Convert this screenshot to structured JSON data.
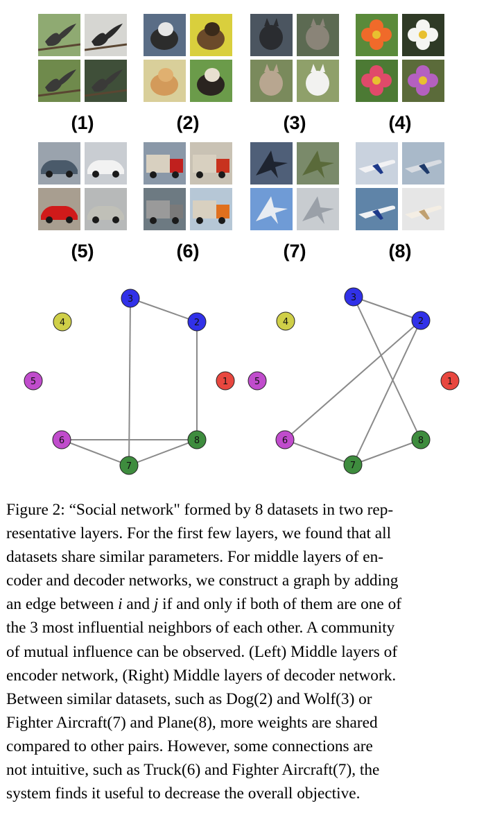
{
  "panels": [
    {
      "label": "(1)",
      "images": [
        "bird-photo",
        "bird-photo",
        "bird-photo",
        "bird-photo"
      ]
    },
    {
      "label": "(2)",
      "images": [
        "dog-photo",
        "dog-photo",
        "dog-photo",
        "dog-photo"
      ]
    },
    {
      "label": "(3)",
      "images": [
        "wolf-photo",
        "wolf-photo",
        "wolf-photo",
        "wolf-photo"
      ]
    },
    {
      "label": "(4)",
      "images": [
        "flower-photo",
        "flower-photo",
        "flower-photo",
        "flower-photo"
      ]
    },
    {
      "label": "(5)",
      "images": [
        "car-photo",
        "car-photo",
        "car-photo",
        "car-photo"
      ]
    },
    {
      "label": "(6)",
      "images": [
        "truck-photo",
        "truck-photo",
        "truck-photo",
        "truck-photo"
      ]
    },
    {
      "label": "(7)",
      "images": [
        "fighter-aircraft-photo",
        "fighter-aircraft-photo",
        "fighter-aircraft-photo",
        "fighter-aircraft-photo"
      ]
    },
    {
      "label": "(8)",
      "images": [
        "plane-photo",
        "plane-photo",
        "plane-photo",
        "plane-photo"
      ]
    }
  ],
  "graph_nodes": [
    {
      "id": "1",
      "color": "#e8473f"
    },
    {
      "id": "2",
      "color": "#3131e8"
    },
    {
      "id": "3",
      "color": "#3131e8"
    },
    {
      "id": "4",
      "color": "#cfcf48"
    },
    {
      "id": "5",
      "color": "#c04ccc"
    },
    {
      "id": "6",
      "color": "#c04ccc"
    },
    {
      "id": "7",
      "color": "#3e8c3e"
    },
    {
      "id": "8",
      "color": "#3e8c3e"
    }
  ],
  "graphs": [
    {
      "edges": [
        [
          "3",
          "2"
        ],
        [
          "3",
          "7"
        ],
        [
          "2",
          "8"
        ],
        [
          "6",
          "8"
        ],
        [
          "6",
          "7"
        ],
        [
          "7",
          "8"
        ]
      ]
    },
    {
      "edges": [
        [
          "3",
          "2"
        ],
        [
          "3",
          "8"
        ],
        [
          "2",
          "6"
        ],
        [
          "2",
          "7"
        ],
        [
          "6",
          "7"
        ],
        [
          "7",
          "8"
        ]
      ]
    }
  ],
  "caption": {
    "lines": [
      "Figure 2: “Social network\" formed by 8 datasets in two rep-",
      "resentative layers. For the first few layers, we found that all",
      "datasets share similar parameters. For middle layers of en-",
      "coder and decoder networks, we construct a graph by adding",
      "an edge between",
      "i",
      "and",
      "j",
      "if and only if both of them are one of",
      "the 3 most influential neighbors of each other. A community",
      "of mutual influence can be observed. (Left) Middle layers of",
      "encoder network, (Right) Middle layers of decoder network.",
      "Between similar datasets, such as Dog(2) and Wolf(3) or",
      "Fighter Aircraft(7) and Plane(8), more weights are shared",
      "compared to other pairs. However, some connections are",
      "not intuitive, such as Truck(6) and Fighter Aircraft(7), the",
      "system finds it useful to decrease the overall objective."
    ]
  }
}
